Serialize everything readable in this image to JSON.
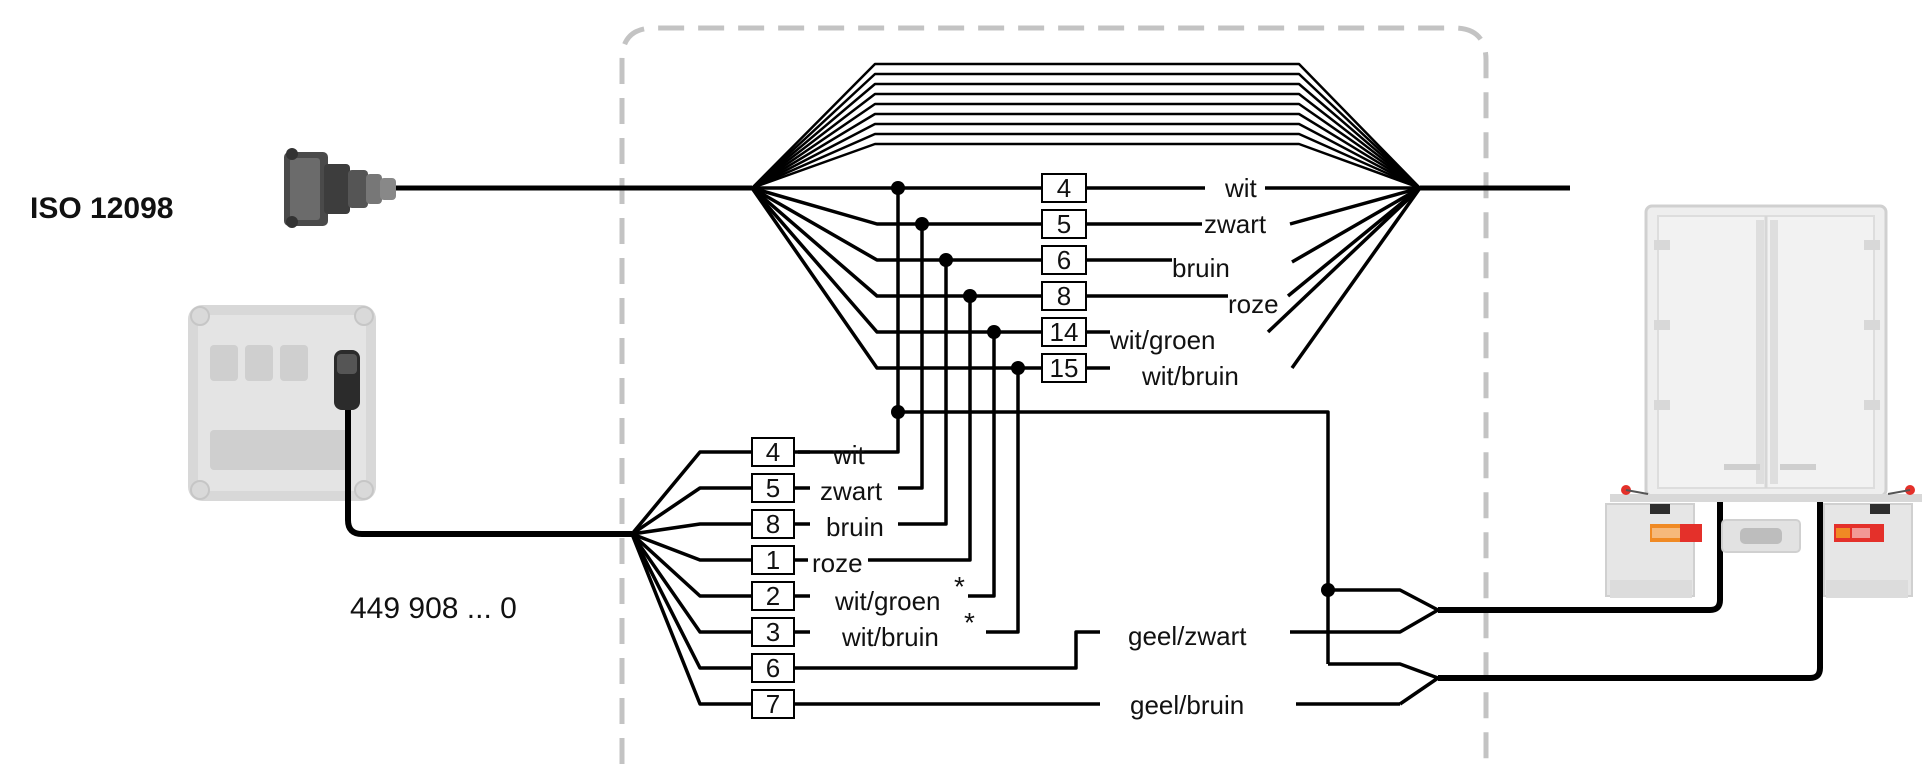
{
  "labels": {
    "iso": "ISO 12098",
    "part_number": "449 908 ... 0",
    "asterisk": "*"
  },
  "top_connector": {
    "pins": [
      "4",
      "5",
      "6",
      "8",
      "14",
      "15"
    ],
    "wires": [
      "wit",
      "zwart",
      "bruin",
      "roze",
      "wit/groen",
      "wit/bruin"
    ]
  },
  "bottom_connector": {
    "pins": [
      "4",
      "5",
      "8",
      "1",
      "2",
      "3",
      "6",
      "7"
    ],
    "wires": [
      "wit",
      "zwart",
      "bruin",
      "roze",
      "wit/groen",
      "wit/bruin"
    ]
  },
  "lamp_wires": [
    "geel/zwart",
    "geel/bruin"
  ],
  "colors": {
    "wire": "#000000",
    "frame": "#c0c0c0",
    "lamp_orange": "#f08a24",
    "lamp_red": "#e4302a"
  }
}
